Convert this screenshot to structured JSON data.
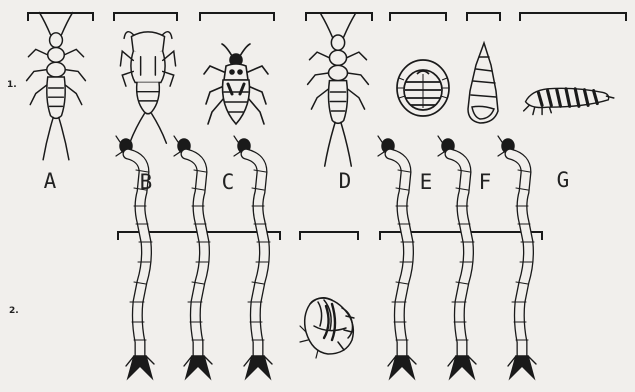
{
  "colors": {
    "ink": "#1a1a1a",
    "paper": "#f1efec"
  },
  "row1": {
    "number": "1.",
    "specimens": [
      {
        "letter": "A",
        "icon": "stonefly-nymph-icon"
      },
      {
        "letter": "B",
        "icon": "dragonfly-nymph-icon"
      },
      {
        "letter": "C",
        "icon": "water-bug-icon"
      },
      {
        "letter": "D",
        "icon": "stonefly-nymph-icon"
      },
      {
        "letter": "E",
        "icon": "water-penny-icon"
      },
      {
        "letter": "F",
        "icon": "snail-shell-icon"
      },
      {
        "letter": "G",
        "icon": "caterpillar-larva-icon"
      }
    ]
  },
  "row2": {
    "number": "2.",
    "groups": [
      {
        "count": 3,
        "icon": "midge-larva-icon"
      },
      {
        "count": 1,
        "icon": "midge-pupa-icon"
      },
      {
        "count": 3,
        "icon": "midge-larva-icon"
      }
    ]
  }
}
